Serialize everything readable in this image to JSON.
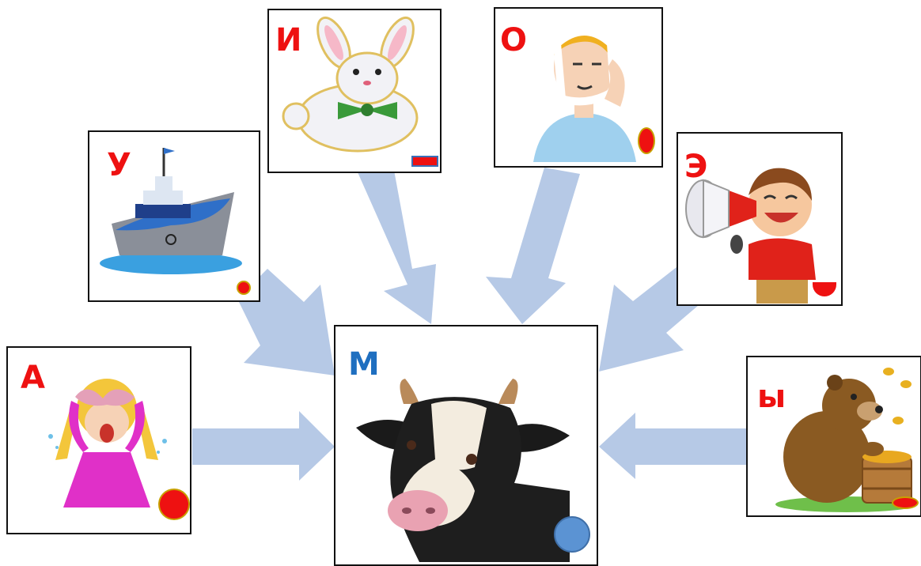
{
  "colors": {
    "arrow": "#b6c9e6",
    "letter_vowel": "#ee1111",
    "letter_consonant": "#1f6fc0",
    "mark_red": "#ee1111",
    "mark_blue": "#5b93d3"
  },
  "center_card": {
    "letter": "М",
    "image": "cow-picture",
    "mark": "blue-circle"
  },
  "cards": [
    {
      "id": "a",
      "letter": "А",
      "image": "crying-girl-picture",
      "mark": "large-red-circle"
    },
    {
      "id": "u",
      "letter": "У",
      "image": "ship-picture",
      "mark": "small-red-circle"
    },
    {
      "id": "i",
      "letter": "И",
      "image": "bunny-picture",
      "mark": "red-bar"
    },
    {
      "id": "o",
      "letter": "О",
      "image": "toothache-boy-picture",
      "mark": "red-oval"
    },
    {
      "id": "e",
      "letter": "Э",
      "image": "megaphone-boy-picture",
      "mark": "red-half-circle"
    },
    {
      "id": "y",
      "letter": "ы",
      "image": "bear-with-honey-picture",
      "mark": "flat-red-oval"
    }
  ]
}
